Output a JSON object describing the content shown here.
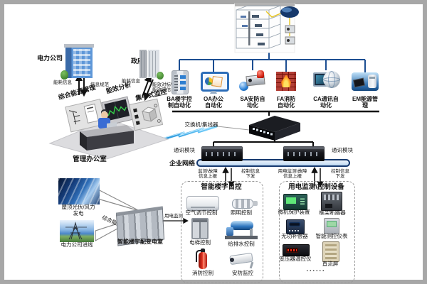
{
  "colors": {
    "tree_line_blue": "#1c4e92",
    "bus_black": "#0d0d0d",
    "enterprise_bar_fill": "#bcd8f2",
    "enterprise_bar_border": "#15386e",
    "lightning_blue": "#2aa7e8",
    "frame_gray": "#a7a7a7",
    "fire_red": "#a8241a"
  },
  "external": {
    "power_company": "电力公司",
    "government": "政府",
    "pc_up": "能耗信息",
    "pc_down": "信息规范",
    "gov_up": "能耗信息",
    "gov_down": "能效对标\\\n能效评估"
  },
  "office": {
    "panel_energy": "综合能源管理",
    "panel_analysis": "能效分析",
    "panel_monitor": "集中式监控",
    "room_label": "管理办公室"
  },
  "systems": {
    "items": [
      {
        "label": "BA楼宇控\n制自动化",
        "icon": "server-tower"
      },
      {
        "label": "OA办公\n自动化",
        "icon": "monitor-pie-chart"
      },
      {
        "label": "SA安防自\n动化",
        "icon": "siren-camera"
      },
      {
        "label": "FA消防\n自动化",
        "icon": "flame-brick-wall"
      },
      {
        "label": "CA通讯自\n动化",
        "icon": "globe-monitor"
      },
      {
        "label": "EM能源管\n理",
        "icon": "chip-energy-module"
      }
    ]
  },
  "network": {
    "switch_label": "交换机/集线器",
    "module_left": "通讯模块",
    "module_right": "通讯模块",
    "enterprise_label": "企业网络",
    "monitor_up_left": "监测\\故障\n信息上报",
    "control_down_left": "控制信息\n下发",
    "monitor_up_right": "用电监测\\故障\n信息上报",
    "control_down_right": "控制信息\n下发"
  },
  "power_supply": {
    "solar_wind": "屋顶光伏/风力\n发电",
    "utility_line": "电力公司进线",
    "combined": "综合能源",
    "substation": "智能楼宇配变电室",
    "metering": "用电监测"
  },
  "bas_box": {
    "title": "智能楼宇自控",
    "items": [
      {
        "label": "空气调节控制",
        "icon": "air-conditioner"
      },
      {
        "label": "照明控制",
        "icon": "cfl-bulb"
      },
      {
        "label": "电梯控制",
        "icon": "elevator"
      },
      {
        "label": "给排水控制",
        "icon": "water-pump"
      },
      {
        "label": "消防控制",
        "icon": "fire-extinguisher"
      },
      {
        "label": "安防监控",
        "icon": "cctv-camera"
      }
    ]
  },
  "pm_box": {
    "title": "用电监测\\控制设备",
    "items": [
      {
        "label": "微机保护装置",
        "icon": "protection-relay"
      },
      {
        "label": "框架断路器",
        "icon": "frame-circuit-breaker"
      },
      {
        "label": "无功补偿器",
        "icon": "reactive-compensator"
      },
      {
        "label": "智能测控仪表",
        "icon": "smart-meter"
      },
      {
        "label": "变压器温控仪",
        "icon": "transformer-temp-controller"
      },
      {
        "label": "直流屏",
        "icon": "dc-panel"
      }
    ],
    "more": "......"
  }
}
